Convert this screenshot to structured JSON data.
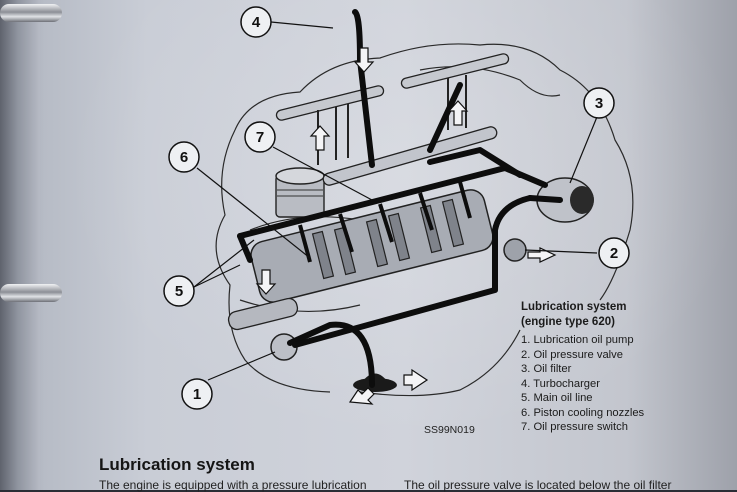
{
  "callouts": {
    "c1": "1",
    "c2": "2",
    "c3": "3",
    "c4": "4",
    "c5": "5",
    "c6": "6",
    "c7": "7"
  },
  "legend": {
    "title_line1": "Lubrication system",
    "title_line2": "(engine type 620)",
    "items": [
      "1. Lubrication oil pump",
      "2. Oil pressure valve",
      "3. Oil filter",
      "4. Turbocharger",
      "5. Main oil line",
      "6. Piston cooling nozzles",
      "7. Oil pressure switch"
    ]
  },
  "figure_code": "SS99N019",
  "section": {
    "heading": "Lubrication system",
    "body_left": "The engine is equipped with a pressure lubrication",
    "body_right": "The oil pressure valve is located below the oil filter"
  },
  "colors": {
    "paper": "#cfd2da",
    "ink": "#111111"
  }
}
